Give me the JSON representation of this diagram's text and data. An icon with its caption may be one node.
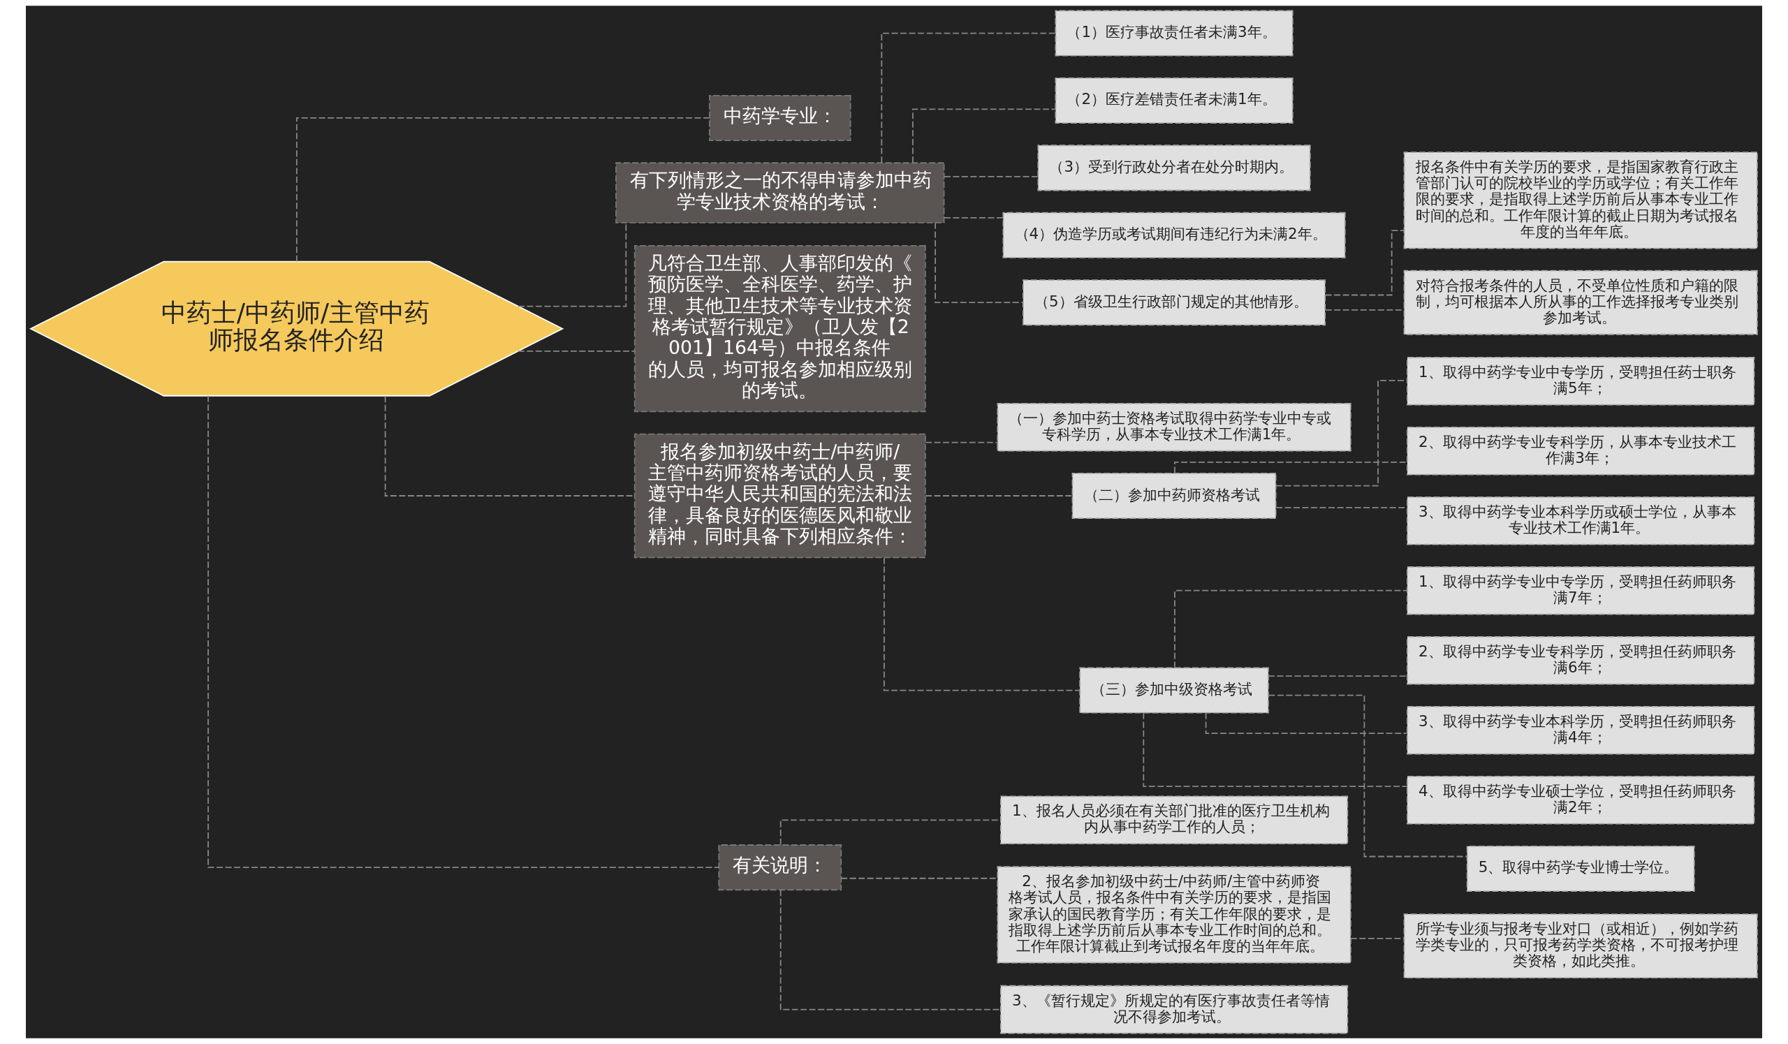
{
  "diagram": {
    "nodes": [
      {
        "text": [
          "中药士/中药师/主管中药师报名条件介绍"
        ]
      },
      {
        "text": [
          "中药学专业："
        ]
      },
      {
        "text": [
          "有下列情形之一的不得申请参加中药学专业技术资格的考试："
        ]
      },
      {
        "text": [
          "（1）医疗事故责任者未满3年。"
        ]
      },
      {
        "text": [
          "（2）医疗差错责任者未满1年。"
        ]
      },
      {
        "text": [
          "（3）受到行政处分者在处分时期内。"
        ]
      },
      {
        "text": [
          "（4）伪造学历或考试期间有违纪行为未满2年。"
        ]
      },
      {
        "text": [
          "（5）省级卫生行政部门规定的其他情形。"
        ]
      },
      {
        "text": [
          "报名条件中有关学历的要求，是指国家教育行政主管部门认可的院校毕业的学历或学位；有关工作年限的要求，是指取得上述学历前后从事本专业工作时间的总和。工作年限计算的截止日期为考试报名年度的当年年底。"
        ]
      },
      {
        "text": [
          "对符合报考条件的人员，不受单位性质和户籍的限制，均可根据本人所从事的工作选择报考专业类别参加考试。"
        ]
      },
      {
        "text": [
          "凡符合卫生部、人事部印发的《预防医学、全科医学、药学、护理、其他卫生技术等专业技术资格考试暂行规定》（卫人发【2001】164号）中报名条件的人员，均可报名参加相应级别的考试。"
        ]
      },
      {
        "text": [
          "报名参加初级中药士/中药师/主管中药师资格考试的人员，要遵守中华人民共和国的宪法和法律，具备良好的医德医风和敬业精神，同时具备下列相应条件："
        ]
      },
      {
        "text": [
          "（一）参加中药士资格考试取得中药学专业中专或专科学历，从事本专业技术工作满1年。"
        ]
      },
      {
        "text": [
          "（二）参加中药师资格考试"
        ]
      },
      {
        "text": [
          "1、取得中药学专业中专学历，受聘担任药士职务满5年；"
        ]
      },
      {
        "text": [
          "2、取得中药学专业专科学历，从事本专业技术工作满3年；"
        ]
      },
      {
        "text": [
          "3、取得中药学专业本科学历或硕士学位，从事本专业技术工作满1年。"
        ]
      },
      {
        "text": [
          "（三）参加中级资格考试"
        ]
      },
      {
        "text": [
          "1、取得中药学专业中专学历，受聘担任药师职务满7年；"
        ]
      },
      {
        "text": [
          "2、取得中药学专业专科学历，受聘担任药师职务满6年；"
        ]
      },
      {
        "text": [
          "3、取得中药学专业本科学历，受聘担任药师职务满4年；"
        ]
      },
      {
        "text": [
          "4、取得中药学专业硕士学位，受聘担任药师职务满2年；"
        ]
      },
      {
        "text": [
          "5、取得中药学专业博士学位。"
        ]
      },
      {
        "text": [
          "有关说明："
        ]
      },
      {
        "text": [
          "1、报名人员必须在有关部门批准的医疗卫生机构内从事中药学工作的人员；"
        ]
      },
      {
        "text": [
          "2、报名参加初级中药士/中药师/主管中药师资格考试人员，报名条件中有关学历的要求，是指国家承认的国民教育学历；有关工作年限的要求，是指取得上述学历前后从事本专业工作时间的总和。工作年限计算截止到考试报名年度的当年年底。"
        ]
      },
      {
        "text": [
          "所学专业须与报考专业对口（或相近），例如学药学类专业的，只可报考药学类资格，不可报考护理类资格，如此类推。"
        ]
      },
      {
        "text": [
          "3、《暂行规定》所规定的有医疗事故责任者等情况不得参加考试。"
        ]
      }
    ],
    "edges": [
      {
        "from": 0,
        "to": 1,
        "arrow": "none",
        "style": "dashed"
      },
      {
        "from": 0,
        "to": 2,
        "arrow": "none",
        "style": "dashed"
      },
      {
        "from": 2,
        "to": 3,
        "arrow": "none",
        "style": "dashed"
      },
      {
        "from": 2,
        "to": 4,
        "arrow": "none",
        "style": "dashed"
      },
      {
        "from": 2,
        "to": 5,
        "arrow": "none",
        "style": "dashed"
      },
      {
        "from": 2,
        "to": 6,
        "arrow": "none",
        "style": "dashed"
      },
      {
        "from": 2,
        "to": 7,
        "arrow": "none",
        "style": "dashed"
      },
      {
        "from": 7,
        "to": 8,
        "arrow": "none",
        "style": "dashed"
      },
      {
        "from": 7,
        "to": 9,
        "arrow": "none",
        "style": "dashed"
      },
      {
        "from": 0,
        "to": 10,
        "arrow": "none",
        "style": "dashed"
      },
      {
        "from": 0,
        "to": 11,
        "arrow": "none",
        "style": "dashed"
      },
      {
        "from": 11,
        "to": 12,
        "arrow": "none",
        "style": "dashed"
      },
      {
        "from": 11,
        "to": 13,
        "arrow": "none",
        "style": "dashed"
      },
      {
        "from": 13,
        "to": 14,
        "arrow": "none",
        "style": "dashed"
      },
      {
        "from": 13,
        "to": 15,
        "arrow": "none",
        "style": "dashed"
      },
      {
        "from": 13,
        "to": 16,
        "arrow": "none",
        "style": "dashed"
      },
      {
        "from": 11,
        "to": 17,
        "arrow": "none",
        "style": "dashed"
      },
      {
        "from": 17,
        "to": 18,
        "arrow": "none",
        "style": "dashed"
      },
      {
        "from": 17,
        "to": 19,
        "arrow": "none",
        "style": "dashed"
      },
      {
        "from": 17,
        "to": 20,
        "arrow": "none",
        "style": "dashed"
      },
      {
        "from": 17,
        "to": 21,
        "arrow": "none",
        "style": "dashed"
      },
      {
        "from": 17,
        "to": 22,
        "arrow": "none",
        "style": "dashed"
      },
      {
        "from": 0,
        "to": 23,
        "arrow": "none",
        "style": "dashed"
      },
      {
        "from": 23,
        "to": 24,
        "arrow": "none",
        "style": "dashed"
      },
      {
        "from": 23,
        "to": 25,
        "arrow": "none",
        "style": "dashed"
      },
      {
        "from": 25,
        "to": 26,
        "arrow": "none",
        "style": "dashed"
      },
      {
        "from": 23,
        "to": 27,
        "arrow": "none",
        "style": "dashed"
      }
    ]
  }
}
